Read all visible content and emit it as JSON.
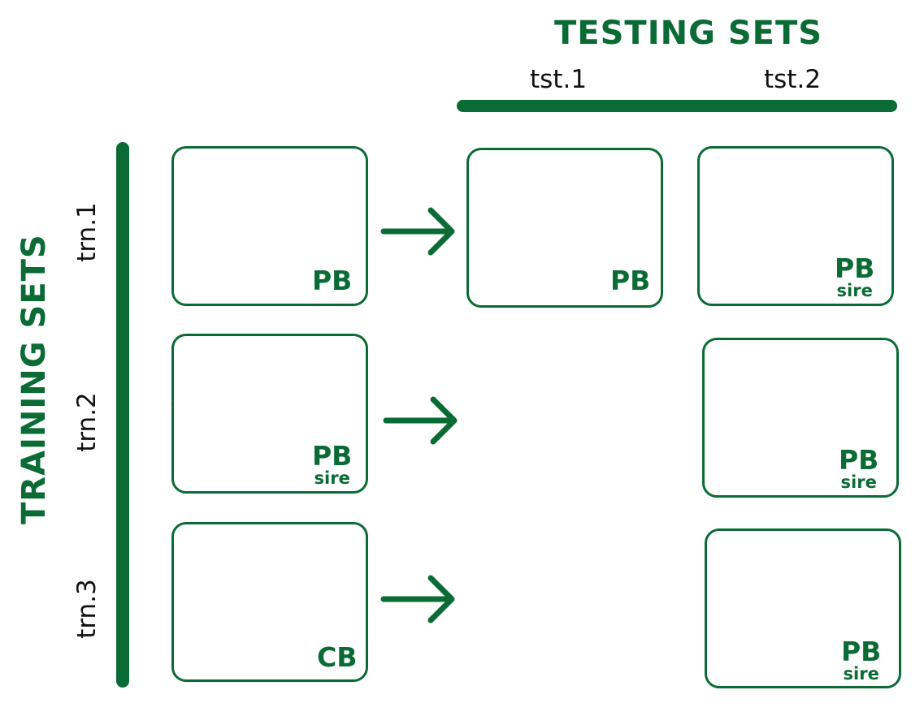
{
  "header": {
    "testing_sets": "TESTING SETS",
    "training_sets": "TRAINING SETS"
  },
  "columns": [
    "tst.1",
    "tst.2"
  ],
  "rows": [
    "trn.1",
    "trn.2",
    "trn.3"
  ],
  "cards": {
    "trn1_train": {
      "label": "PB",
      "sub": ""
    },
    "trn1_tst1": {
      "label": "PB",
      "sub": ""
    },
    "trn1_tst2": {
      "label": "PB",
      "sub": "sire"
    },
    "trn2_train": {
      "label": "PB",
      "sub": "sire"
    },
    "trn2_tst2": {
      "label": "PB",
      "sub": "sire"
    },
    "trn3_train": {
      "label": "CB",
      "sub": ""
    },
    "trn3_tst2": {
      "label": "PB",
      "sub": "sire"
    }
  },
  "colors": {
    "accent_green": "#0a6b35",
    "pig_solid": "#f497ad",
    "pig_spotted_body": "#fbd4dd",
    "pig_spots": "#f37fa1",
    "pig_ear": "#ef6d96",
    "dna_grey": "#8c8c8c"
  },
  "icons": {
    "pig_solid": "pig-purebred-icon",
    "pig_spotted": "pig-crossbred-icon",
    "dna": "dna-icon",
    "arrow": "right-arrow-icon"
  }
}
